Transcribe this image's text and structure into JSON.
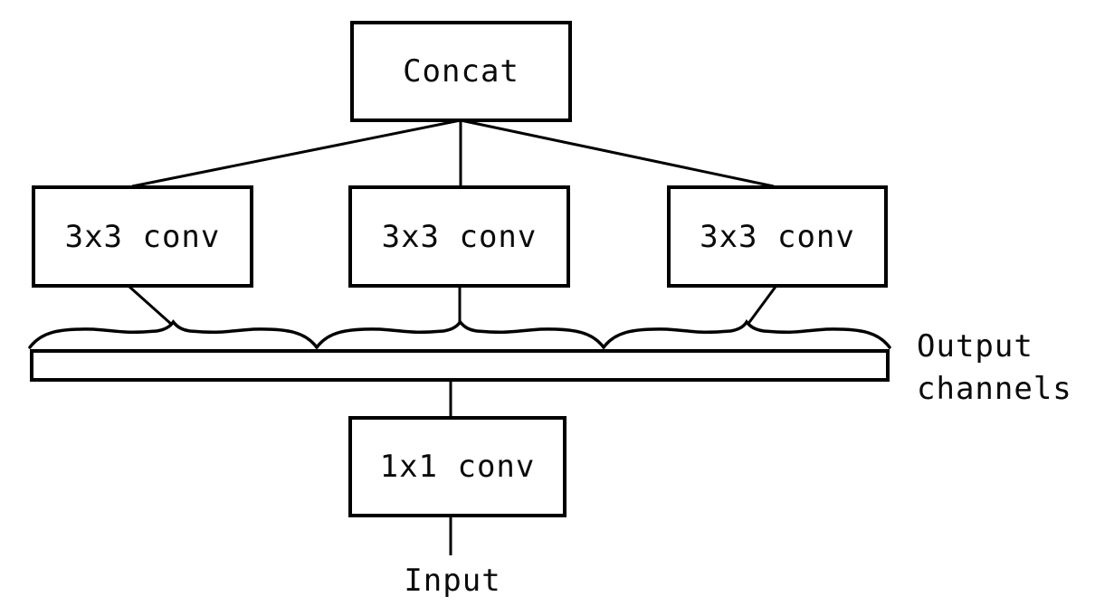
{
  "colors": {
    "stroke": "#000000",
    "background": "#ffffff",
    "text": "#0a0a0a"
  },
  "nodes": {
    "concat": "Concat",
    "conv_left": "3x3 conv",
    "conv_middle": "3x3 conv",
    "conv_right": "3x3 conv",
    "conv_1x1": "1x1 conv"
  },
  "labels": {
    "output_channels": "Output channels",
    "input": "Input"
  },
  "edges": [
    {
      "from": "conv_left",
      "to": "concat"
    },
    {
      "from": "conv_middle",
      "to": "concat"
    },
    {
      "from": "conv_right",
      "to": "concat"
    },
    {
      "from": "output_channels_bar",
      "to": "conv_left"
    },
    {
      "from": "output_channels_bar",
      "to": "conv_middle"
    },
    {
      "from": "output_channels_bar",
      "to": "conv_right"
    },
    {
      "from": "conv_1x1",
      "to": "output_channels_bar"
    },
    {
      "from": "input",
      "to": "conv_1x1"
    }
  ]
}
